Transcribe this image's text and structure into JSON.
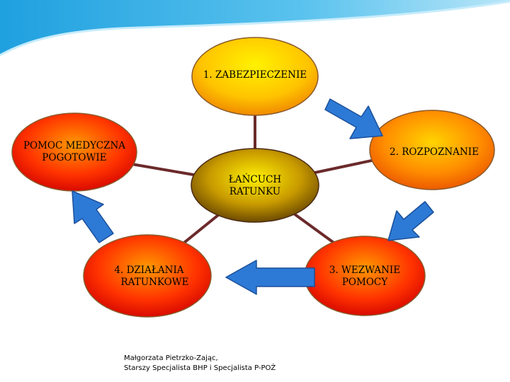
{
  "nodes": {
    "top": {
      "label": "1. ZABEZPIECZENIE"
    },
    "right": {
      "label": "2. ROZPOZNANIE"
    },
    "bottom_right": {
      "line1": "3. WEZWANIE",
      "line2": "POMOCY"
    },
    "bottom_left": {
      "line1": "4. DZIAŁANIA",
      "line2": "RATUNKOWE"
    },
    "left": {
      "line1": "POMOC MEDYCZNA",
      "line2": "POGOTOWIE"
    },
    "center": {
      "line1": "ŁAŃCUCH",
      "line2": "RATUNKU"
    }
  },
  "footer": {
    "line1": "Małgorzata Pietrzko-Zając,",
    "line2": "Starszy Specjalista BHP i Specjalista P-POŻ"
  },
  "colors": {
    "header_wave": "#2aa7e0",
    "connector": "#6b2a2a",
    "arrow_fill": "#2d7ad6",
    "arrow_stroke": "#1b4f9a"
  }
}
